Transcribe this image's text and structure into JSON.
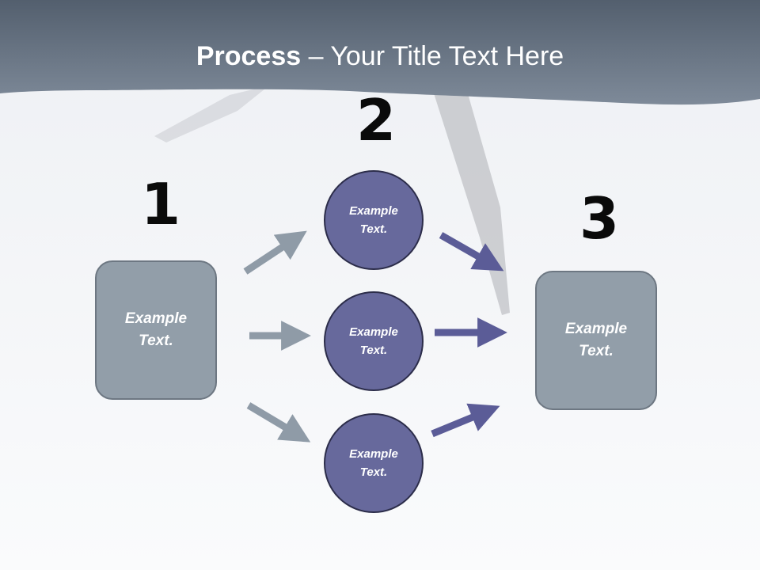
{
  "slide": {
    "title_bold": "Process",
    "title_rest": " – Your Title Text Here"
  },
  "steps": {
    "step1": {
      "number": "1",
      "box_text": "Example Text."
    },
    "step2": {
      "number": "2",
      "circles": [
        "Example Text.",
        "Example Text.",
        "Example Text."
      ]
    },
    "step3": {
      "number": "3",
      "box_text": "Example Text."
    }
  },
  "colors": {
    "header": "#6c7a8a",
    "box_fill": "#929ea9",
    "circle_fill": "#67699c",
    "arrow_gray": "#8f9ba7",
    "arrow_purple": "#5b5c97"
  }
}
